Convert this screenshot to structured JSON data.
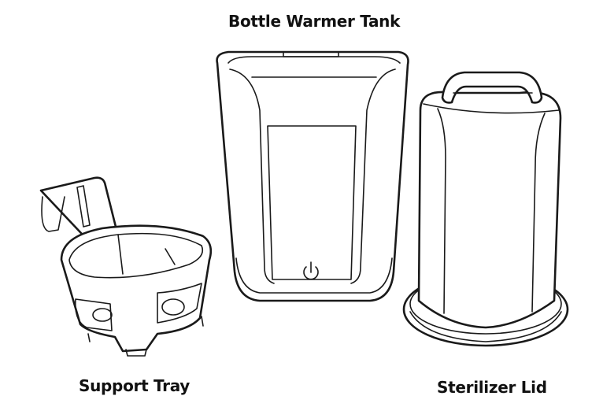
{
  "labels": {
    "tank": "Bottle Warmer Tank",
    "tray": "Support Tray",
    "lid": "Sterilizer Lid"
  },
  "icons": {
    "power": "power-icon"
  }
}
